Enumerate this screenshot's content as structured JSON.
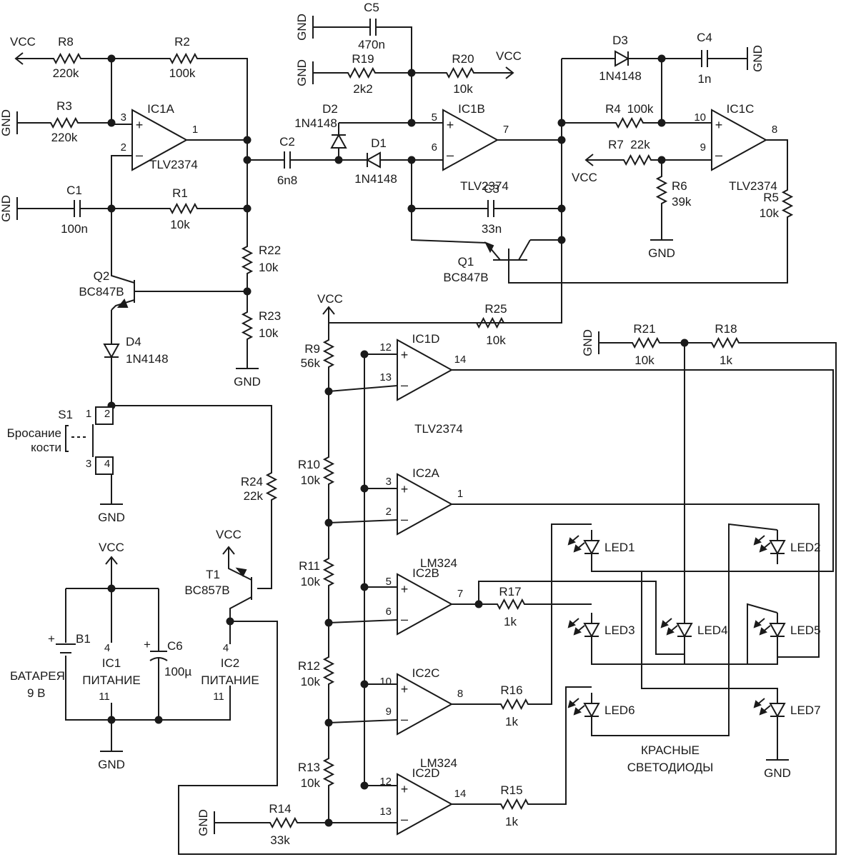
{
  "schematic": {
    "supply_label": "VCC",
    "ground_label": "GND",
    "resistors": [
      {
        "ref": "R1",
        "value": "10k"
      },
      {
        "ref": "R2",
        "value": "100k"
      },
      {
        "ref": "R3",
        "value": "220k"
      },
      {
        "ref": "R4",
        "value": "100k"
      },
      {
        "ref": "R5",
        "value": "10k"
      },
      {
        "ref": "R6",
        "value": "39k"
      },
      {
        "ref": "R7",
        "value": "22k"
      },
      {
        "ref": "R8",
        "value": "220k"
      },
      {
        "ref": "R9",
        "value": "56k"
      },
      {
        "ref": "R10",
        "value": "10k"
      },
      {
        "ref": "R11",
        "value": "10k"
      },
      {
        "ref": "R12",
        "value": "10k"
      },
      {
        "ref": "R13",
        "value": "10k"
      },
      {
        "ref": "R14",
        "value": "33k"
      },
      {
        "ref": "R15",
        "value": "1k"
      },
      {
        "ref": "R16",
        "value": "1k"
      },
      {
        "ref": "R17",
        "value": "1k"
      },
      {
        "ref": "R18",
        "value": "1k"
      },
      {
        "ref": "R19",
        "value": "2k2"
      },
      {
        "ref": "R20",
        "value": "10k"
      },
      {
        "ref": "R21",
        "value": "10k"
      },
      {
        "ref": "R22",
        "value": "10k"
      },
      {
        "ref": "R23",
        "value": "10k"
      },
      {
        "ref": "R24",
        "value": "22k"
      },
      {
        "ref": "R25",
        "value": "10k"
      }
    ],
    "capacitors": [
      {
        "ref": "C1",
        "value": "100n"
      },
      {
        "ref": "C2",
        "value": "6n8"
      },
      {
        "ref": "C3",
        "value": "33n"
      },
      {
        "ref": "C4",
        "value": "1n"
      },
      {
        "ref": "C5",
        "value": "470n"
      },
      {
        "ref": "C6",
        "value": "100µ"
      }
    ],
    "diodes": [
      {
        "ref": "D1",
        "value": "1N4148"
      },
      {
        "ref": "D2",
        "value": "1N4148"
      },
      {
        "ref": "D3",
        "value": "1N4148"
      },
      {
        "ref": "D4",
        "value": "1N4148"
      }
    ],
    "transistors": [
      {
        "ref": "Q1",
        "value": "BC847B"
      },
      {
        "ref": "Q2",
        "value": "BC847B"
      },
      {
        "ref": "T1",
        "value": "BC857B"
      }
    ],
    "opamps": [
      {
        "ref": "IC1A",
        "part": "TLV2374",
        "pins": [
          "3",
          "2",
          "1"
        ]
      },
      {
        "ref": "IC1B",
        "part": "TLV2374",
        "pins": [
          "5",
          "6",
          "7"
        ]
      },
      {
        "ref": "IC1C",
        "part": "TLV2374",
        "pins": [
          "10",
          "9",
          "8"
        ]
      },
      {
        "ref": "IC1D",
        "part": "TLV2374",
        "pins": [
          "12",
          "13",
          "14"
        ]
      },
      {
        "ref": "IC2A",
        "part": "LM324",
        "pins": [
          "3",
          "2",
          "1"
        ]
      },
      {
        "ref": "IC2B",
        "part": "",
        "pins": [
          "5",
          "6",
          "7"
        ]
      },
      {
        "ref": "IC2C",
        "part": "LM324",
        "pins": [
          "10",
          "9",
          "8"
        ]
      },
      {
        "ref": "IC2D",
        "part": "LM324",
        "pins": [
          "12",
          "13",
          "14"
        ]
      }
    ],
    "leds": [
      "LED1",
      "LED2",
      "LED3",
      "LED4",
      "LED5",
      "LED6",
      "LED7"
    ],
    "leds_caption": [
      "КРАСНЫЕ",
      "СВЕТОДИОДЫ"
    ],
    "switch": {
      "ref": "S1",
      "label_lines": [
        "Бросание",
        "кости"
      ],
      "pins": [
        "1",
        "2",
        "3",
        "4"
      ]
    },
    "battery": {
      "ref": "B1",
      "label": "БАТАРЕЯ",
      "voltage": "9 В"
    },
    "power_blocks": [
      {
        "ref": "IC1",
        "label": "ПИТАНИЕ",
        "pin_top": "4",
        "pin_bottom": "11"
      },
      {
        "ref": "IC2",
        "label": "ПИТАНИЕ",
        "pin_top": "4",
        "pin_bottom": "11"
      }
    ]
  }
}
